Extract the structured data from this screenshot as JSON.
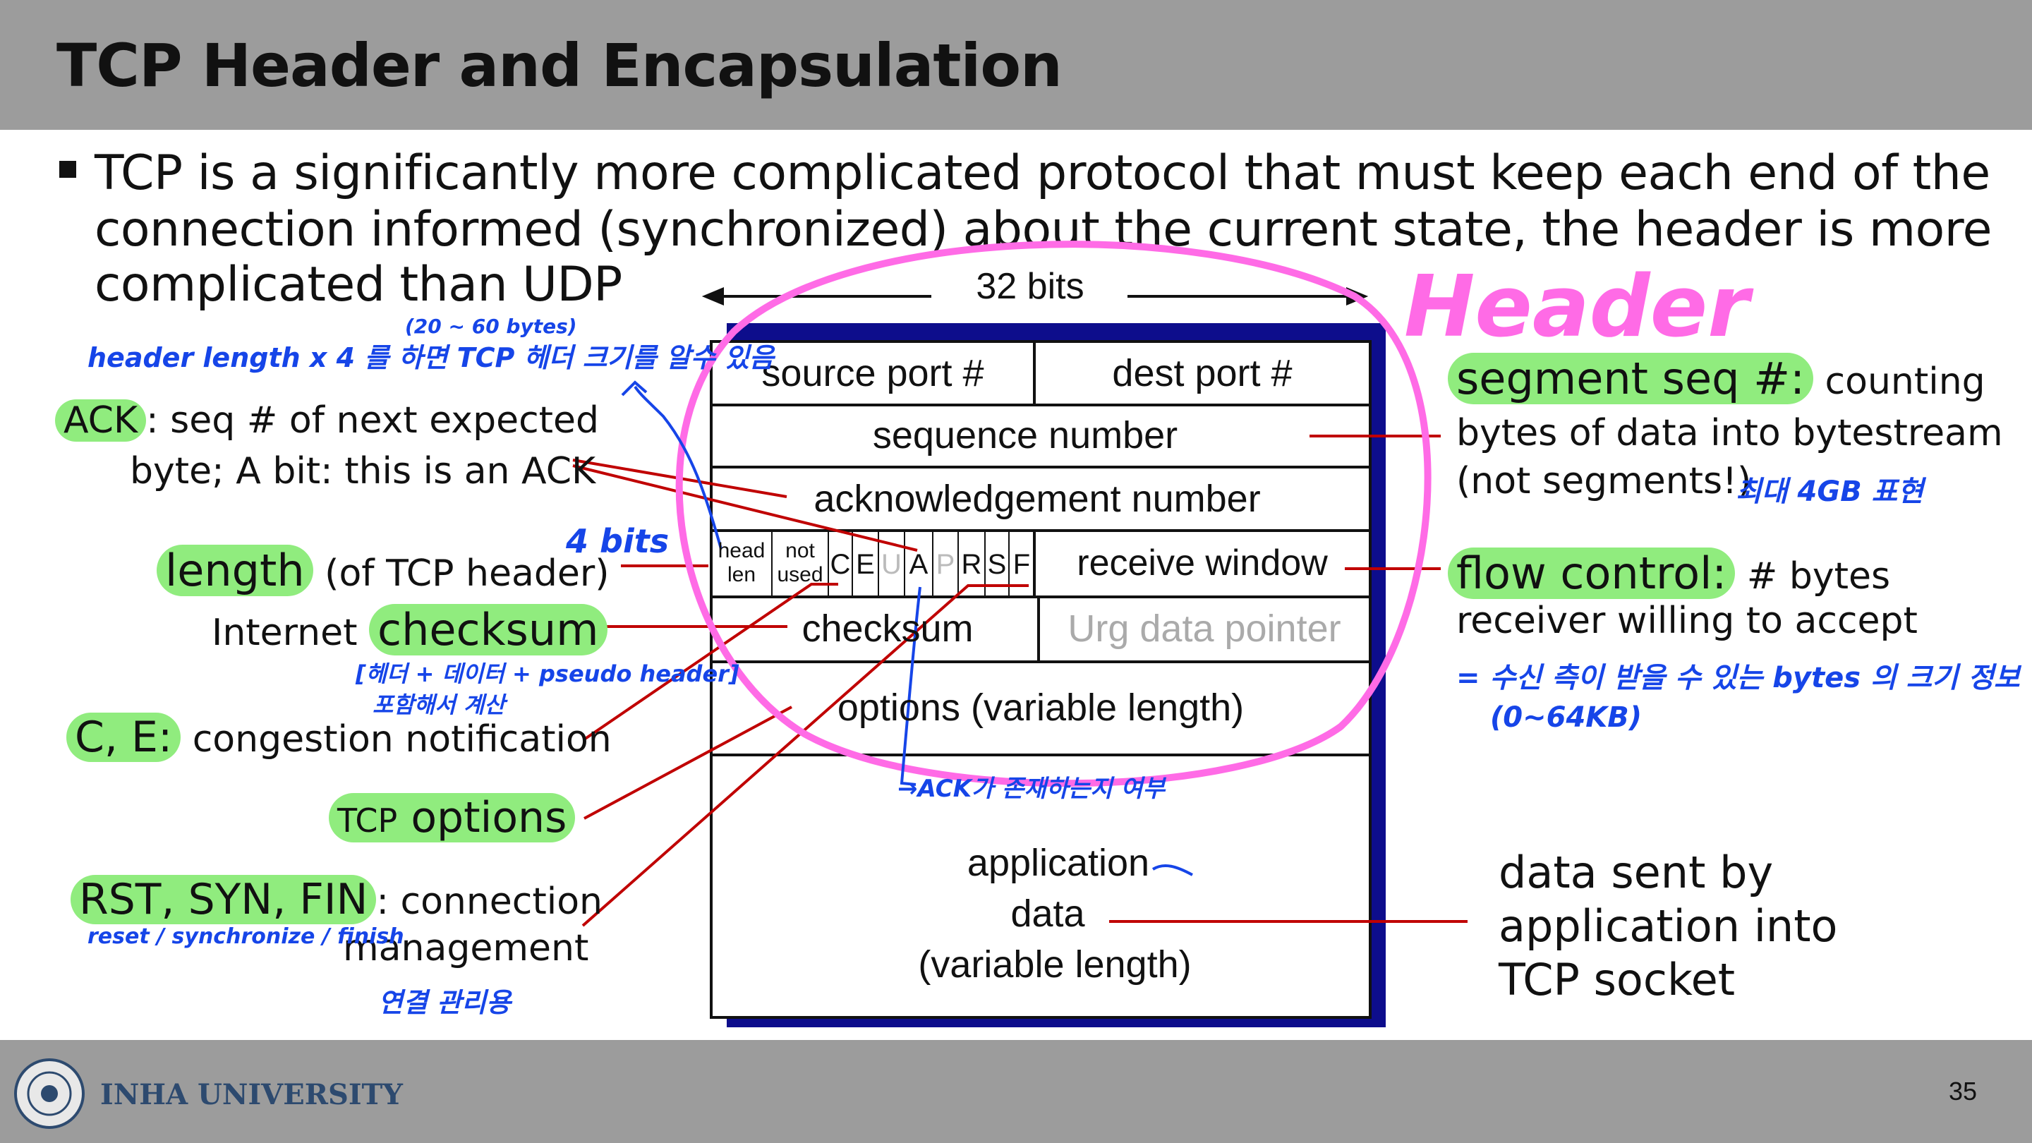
{
  "title": "TCP Header and Encapsulation",
  "bullet": {
    "line1": "TCP is a significantly more complicated protocol that must keep each end of the",
    "line2": "connection informed (synchronized) about the current state, the header is more",
    "line3": "complicated than UDP"
  },
  "header_table": {
    "width_label": "32 bits",
    "source_port": "source port #",
    "dest_port": "dest port #",
    "sequence_number": "sequence number",
    "ack_number": "acknowledgement number",
    "head_len_1": "head",
    "head_len_2": "len",
    "not_used_1": "not",
    "not_used_2": "used",
    "flags": [
      "C",
      "E",
      "U",
      "A",
      "P",
      "R",
      "S",
      "F"
    ],
    "receive_window": "receive window",
    "checksum": "checksum",
    "urg_pointer": "Urg data pointer",
    "options": "options (variable length)",
    "app_data_1": "application",
    "app_data_2": "data",
    "app_data_3": "(variable length)"
  },
  "left_labels": {
    "ack_key": "ACK",
    "ack_rest1": ": seq # of next expected",
    "ack_rest2": "byte; A bit: this is an ACK",
    "length_key": "length",
    "length_rest": " (of TCP header)",
    "checksum_pre": "Internet ",
    "checksum_key": "checksum",
    "ce_key": "C, E:",
    "ce_rest": " congestion notification",
    "options_key1": "TCP",
    "options_key2": " options",
    "rsf_key": "RST, SYN, FIN",
    "rsf_rest1": ": connection",
    "rsf_rest2": "management"
  },
  "right_labels": {
    "seq_key": "segment seq  #:",
    "seq_rest1": " counting",
    "seq_rest2": "bytes of data into bytestream",
    "seq_rest3": "(not segments!)",
    "flow_key": "flow control:",
    "flow_rest1": " # bytes",
    "flow_rest2": "receiver willing to accept",
    "data_1": "data sent by",
    "data_2": "application into",
    "data_3": "TCP socket"
  },
  "handwritten": {
    "header_word": "Header",
    "header_len_note": "header length x 4 를 하면  TCP 헤더 크기를 알수 있음",
    "bytes_range": "(20 ~ 60 bytes)",
    "four_bits": "4 bits",
    "checksum_note1": "[헤더 + 데이터 + pseudo header]",
    "checksum_note2": "포함해서 계산",
    "ack_exists": "→ACK가 존재하는지 여부",
    "rsf_note": "reset / synchronize / finish",
    "rsf_note2": "연결 관리용",
    "seq_note": "최대 4GB 표현",
    "flow_note1": "= 수신 측이 받을 수 있는 bytes 의 크기 정보",
    "flow_note2": "(0~64KB)"
  },
  "footer": {
    "university": "INHA UNIVERSITY",
    "page_number": "35"
  },
  "colors": {
    "title_bar": "#9c9c9c",
    "highlight": "#90ec7e",
    "ink_blue": "#1645e8",
    "ink_pink": "#ff6be6",
    "line_red": "#c00000",
    "table_shadow": "#0d0d8c"
  }
}
